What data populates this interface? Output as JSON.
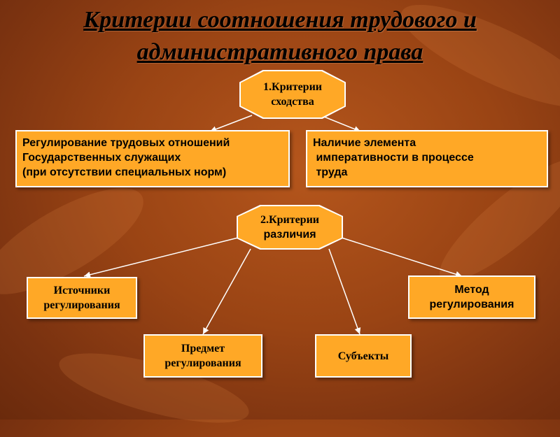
{
  "title": {
    "line1": "Критерии соотношения трудового и",
    "line2": "административного права"
  },
  "similarity": {
    "header": [
      "1.Критерии",
      "сходства"
    ],
    "left_box": [
      "Регулирование трудовых отношений",
      "Государственных служащих",
      "(при отсутствии специальных норм)"
    ],
    "right_box": [
      "Наличие элемента",
      " императивности в процессе",
      " труда"
    ]
  },
  "difference": {
    "header": [
      "2.Критерии",
      "различия"
    ],
    "sources": [
      "Источники",
      "регулирования"
    ],
    "method": [
      "Метод",
      "регулирования"
    ],
    "subject": [
      "Предмет",
      "регулирования"
    ],
    "subjects": [
      "Субъекты"
    ]
  },
  "colors": {
    "box_fill": "#ffa826",
    "background": "#9a4414",
    "border": "#ffffff"
  }
}
